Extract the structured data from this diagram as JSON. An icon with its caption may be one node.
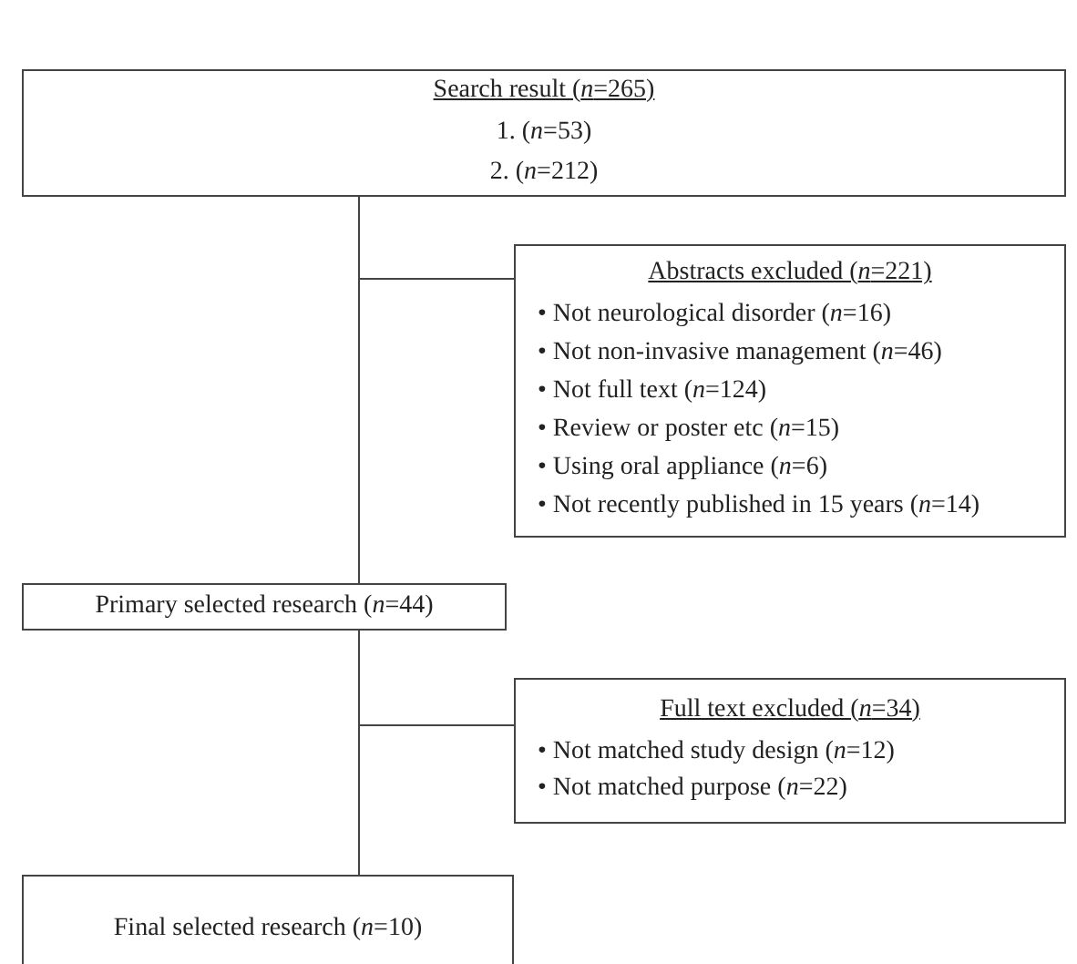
{
  "diagram": {
    "nodes": [
      {
        "text": [
          "Search result (*n*=265)",
          "1. (*n*=53)",
          "2. (*n*=212)"
        ]
      },
      {
        "text": [
          "Abstracts excluded (*n*=221)",
          "• Not neurological disorder (*n*=16)",
          "• Not non-invasive management (*n*=46)",
          "• Not full text (*n*=124)",
          "• Review or poster etc (*n*=15)",
          "• Using oral appliance (*n*=6)",
          "• Not recently published in 15 years (*n*=14)"
        ]
      },
      {
        "text": [
          "Primary selected research (*n*=44)"
        ]
      },
      {
        "text": [
          "Full text excluded (*n*=34)",
          "• Not matched study design (*n*=12)",
          "• Not matched purpose (*n*=22)"
        ]
      },
      {
        "text": [
          "Final selected research (*n*=10)"
        ]
      }
    ],
    "edges": [
      {
        "from": 0,
        "to": 1,
        "arrow": "none"
      },
      {
        "from": 0,
        "to": 2,
        "arrow": "none"
      },
      {
        "from": 2,
        "to": 3,
        "arrow": "none"
      },
      {
        "from": 2,
        "to": 4,
        "arrow": "none"
      }
    ]
  }
}
